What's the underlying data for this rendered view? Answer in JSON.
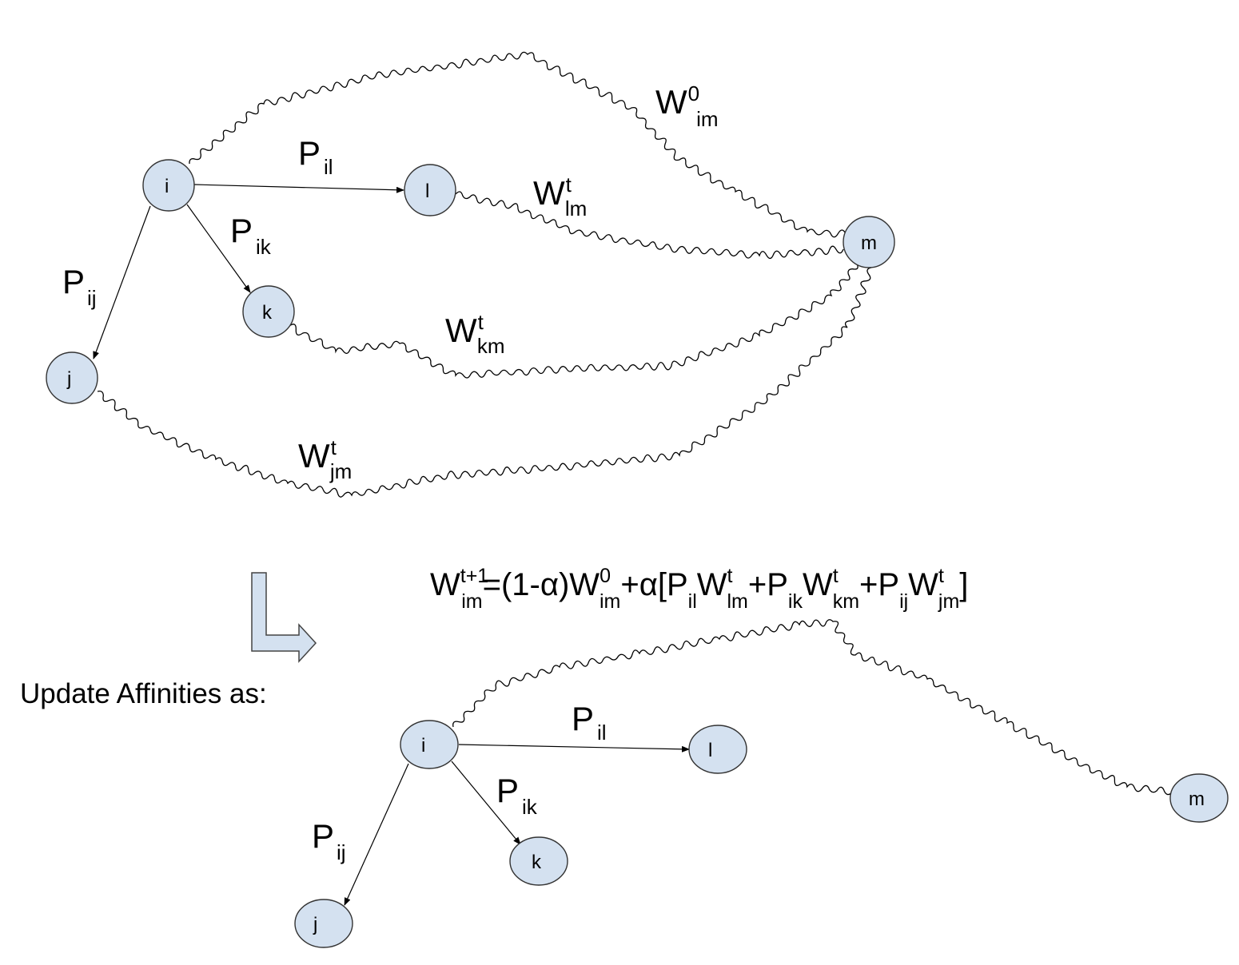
{
  "nodes": {
    "i": "i",
    "l": "l",
    "k": "k",
    "j": "j",
    "m": "m"
  },
  "edge_labels": {
    "p_il": {
      "main": "P",
      "sub": "il"
    },
    "p_ik": {
      "main": "P",
      "sub": "ik"
    },
    "p_ij": {
      "main": "P",
      "sub": "ij"
    },
    "w0_im": {
      "main": "W",
      "sup": "0",
      "sub": "im"
    },
    "wt_lm": {
      "main": "W",
      "sup": "t",
      "sub": "lm"
    },
    "wt_km": {
      "main": "W",
      "sup": "t",
      "sub": "km"
    },
    "wt_jm": {
      "main": "W",
      "sup": "t",
      "sub": "jm"
    }
  },
  "caption": "Update Affinities as:",
  "equation": "Wt+1im=(1-α)W0im+α[PilWtlm+PikWtkm+PijWtjm]",
  "equation_parts": {
    "w": "W",
    "t1": "t+1",
    "im": "im",
    "eq1": "=(1-α)W",
    "zero": "0",
    "im2": "im",
    "plus1": "+α[P",
    "il": "il",
    "w2": "W",
    "t2": "t",
    "lm": "lm",
    "plus2": "+P",
    "ik": "ik",
    "w3": "W",
    "t3": "t",
    "km": "km",
    "plus3": "+P",
    "ij": "ij",
    "w4": "W",
    "t4": "t",
    "jm": "jm",
    "close": "]"
  },
  "colors": {
    "node_fill": "#d4e1f0",
    "node_stroke": "#333333"
  }
}
